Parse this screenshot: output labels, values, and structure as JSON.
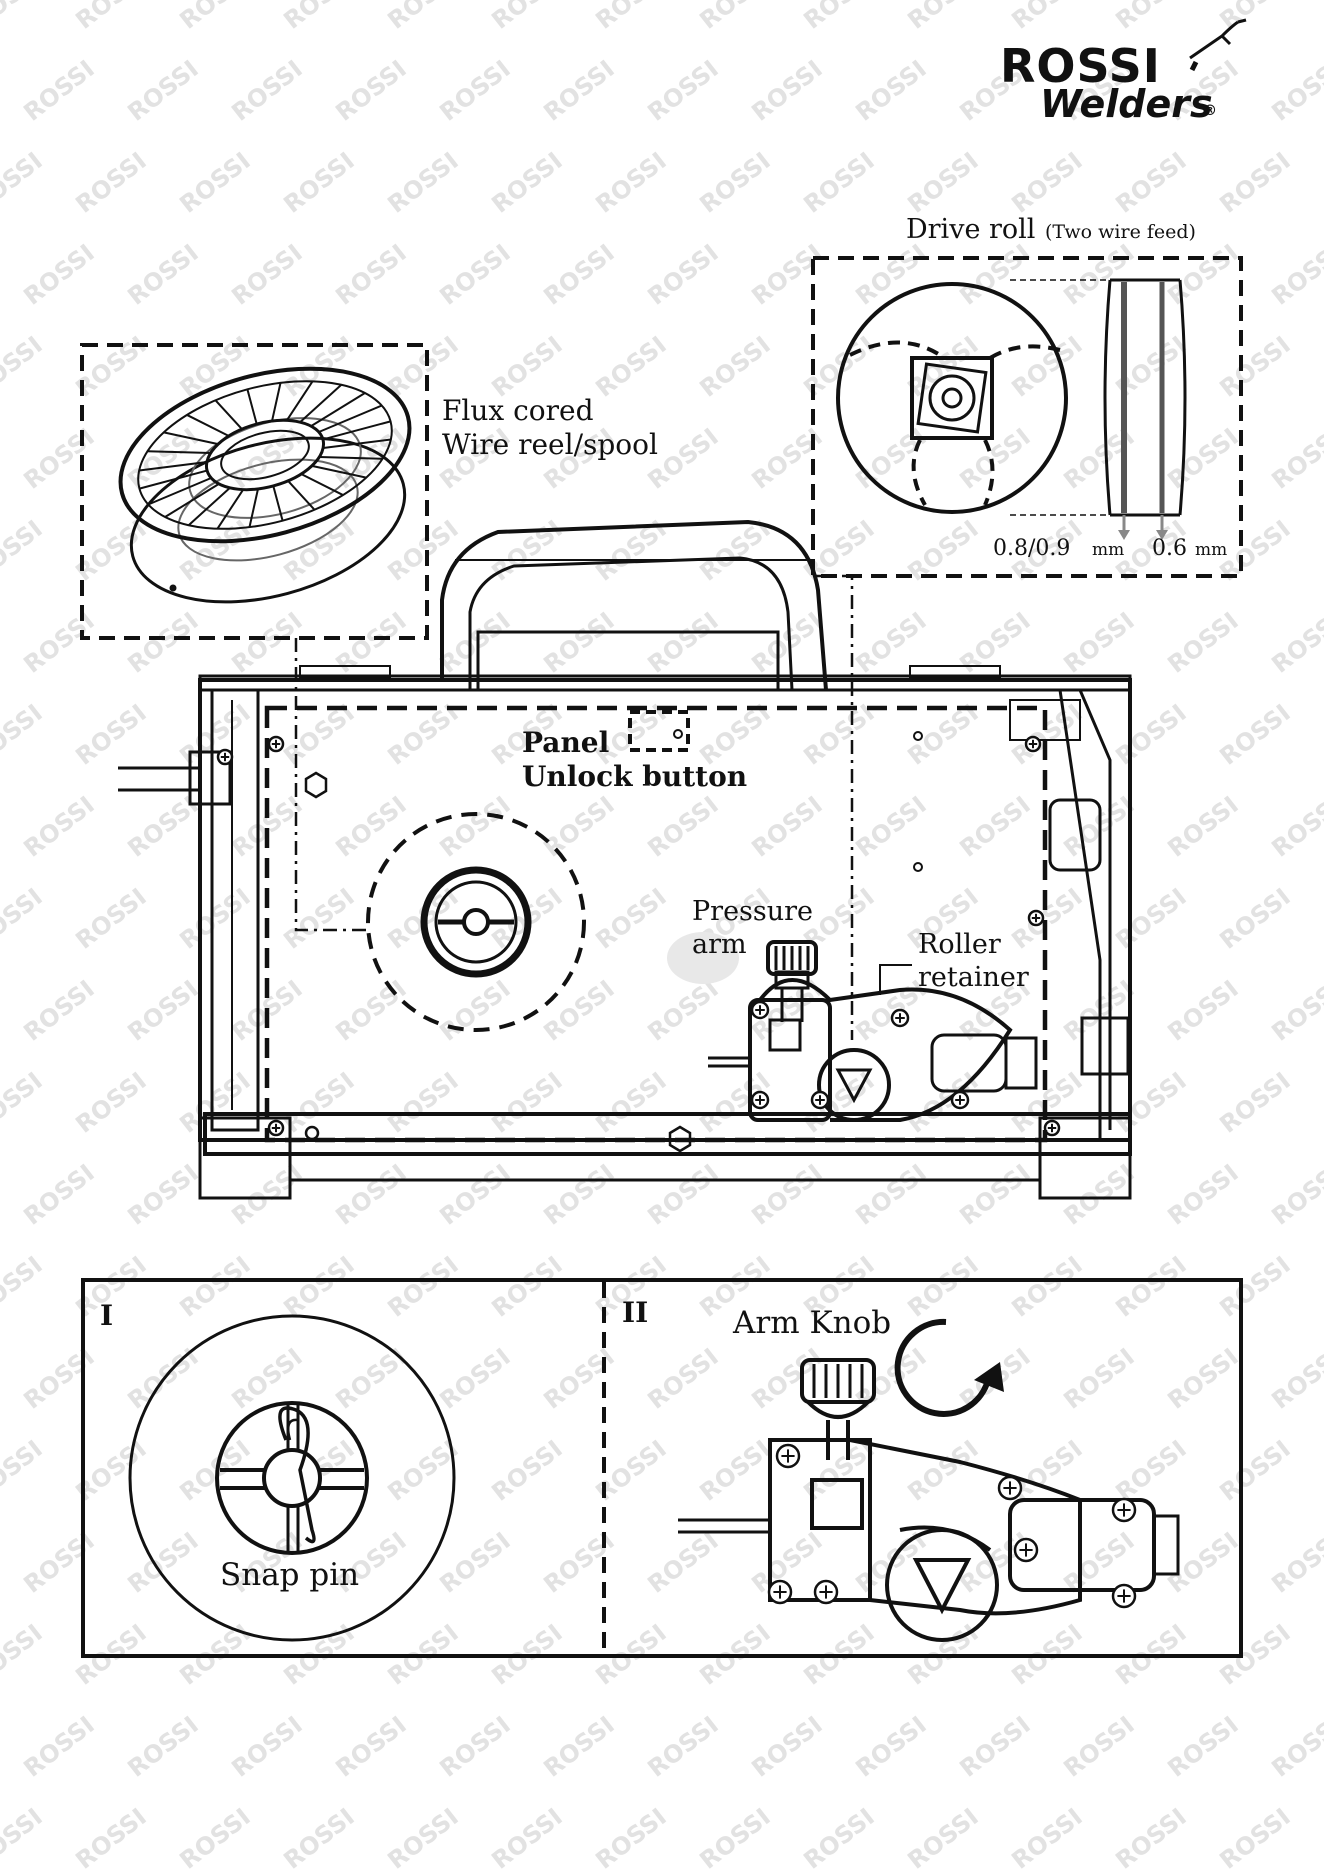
{
  "watermark": {
    "text": "ROSSI"
  },
  "logo": {
    "line1": "ROSSI",
    "line2": "Welders",
    "mark": "®"
  },
  "drive_roll": {
    "title": "Drive roll",
    "subtitle": "(Two wire feed)",
    "groove_large": "0.8/0.9",
    "groove_small": "0.6",
    "unit": "mm"
  },
  "spool": {
    "line1": "Flux cored",
    "line2": "Wire reel/spool"
  },
  "panel_unlock": {
    "line1": "Panel",
    "line2": "Unlock button"
  },
  "pressure_arm": {
    "line1": "Pressure",
    "line2": "arm"
  },
  "roller_retainer": {
    "line1": "Roller",
    "line2": "retainer"
  },
  "step1": {
    "numeral": "I",
    "label": "Snap pin"
  },
  "step2": {
    "numeral": "II",
    "label": "Arm Knob"
  },
  "colors": {
    "ink": "#111111",
    "watermark": "#e2e2e2"
  }
}
